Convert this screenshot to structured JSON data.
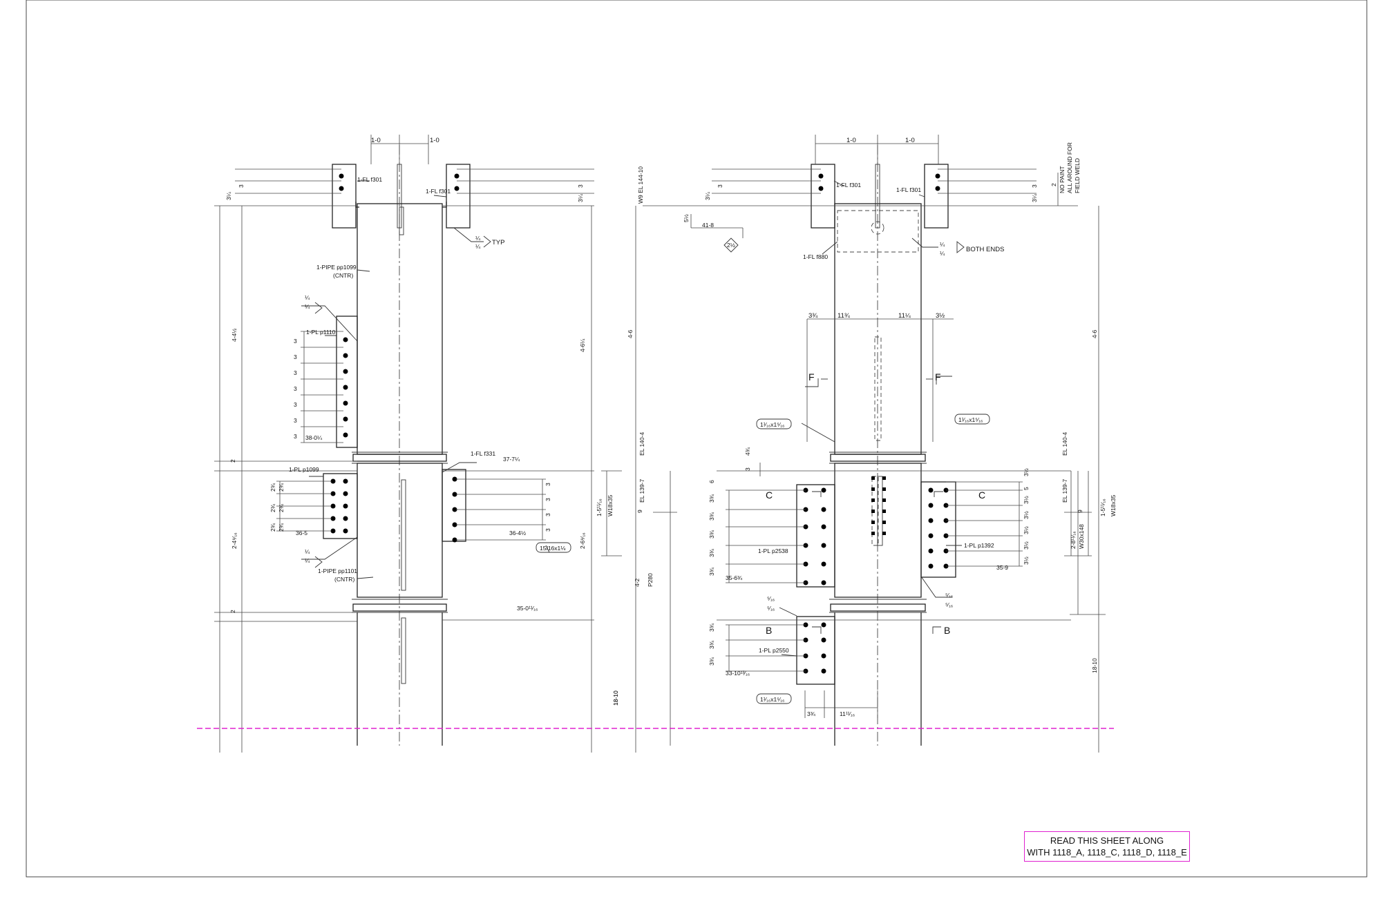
{
  "drawing": {
    "note": {
      "line1": "READ THIS SHEET ALONG",
      "line2": "WITH 1118_A, 1118_C, 1118_D, 1118_E"
    },
    "colors": {
      "cut_line": "#e020d0",
      "note_border": "#e020d0",
      "linework": "#222222"
    },
    "left_view": {
      "top_dims": [
        "1-0",
        "1-0"
      ],
      "flange_left": "1-FL f301",
      "flange_right": "1-FL f301",
      "top_offsets_left": [
        "3¼",
        "3"
      ],
      "top_offsets_right": [
        "3",
        "3¼"
      ],
      "weld_top": [
        "¼",
        "¼"
      ],
      "weld_top_note": "TYP",
      "pipe_upper": [
        "1-PIPE pp1099",
        "(CNTR)"
      ],
      "weld_left_upper": [
        "¼",
        "¼"
      ],
      "plate_upper": "1-PL p1110",
      "plate_upper_spacing": [
        "3",
        "3",
        "3",
        "3",
        "3",
        "3",
        "3"
      ],
      "plate_upper_elev": "38-0¼",
      "height_upper": "4-4½",
      "height_upper_right": "4-6¼",
      "splice_gap": "2",
      "flange_mid": "1-FL f331",
      "flange_mid_elev": "37-7¼",
      "plate_mid": "1-PL p1099",
      "plate_mid_spacing": [
        "2¾",
        "2¾",
        "2¾",
        "2¾",
        "2¾",
        "2¾"
      ],
      "plate_mid_elev": "36-5",
      "bolt_spacing_right": [
        "3",
        "3",
        "3",
        "3"
      ],
      "bolt_elev_right": "36-4½",
      "bolt_spec": "15/16x1⅛",
      "weld_left_lower": [
        "¼",
        "¼"
      ],
      "pipe_lower": [
        "1-PIPE pp1101",
        "(CNTR)"
      ],
      "height_mid": "2-4⁹⁄₁₆",
      "height_mid_right": "2-6⁹⁄₁₆",
      "beam_right_dim": "1-5¹¹⁄₁₆",
      "beam_right_label": "W18x35",
      "splice_gap_lower": "2",
      "lower_elev": "35-0¹¹⁄₁₆",
      "bottom_dim": "18-10"
    },
    "right_view": {
      "top_dims": [
        "1-0",
        "1-0"
      ],
      "flange_left": "1-FL f301",
      "flange_right": "1-FL f301",
      "top_offsets_left": [
        "3¼",
        "3"
      ],
      "top_offsets_right": [
        "3",
        "3¼"
      ],
      "paint_note": [
        "2",
        "NO PAINT",
        "ALL AROUND FOR",
        "FIELD WELD"
      ],
      "beam_top_label": "W9 EL 144-10",
      "offset_top": "5½",
      "elev_top": "41-8",
      "weld_circle": "2½",
      "flange_internal": "1-FL f880",
      "weld_both": [
        "¼",
        "¼"
      ],
      "weld_both_note": "BOTH ENDS",
      "height_left": "4-6",
      "height_right": "4-6",
      "top_dims_plate": [
        "3¾",
        "11¾",
        "11¼",
        "3½"
      ],
      "section_f": "F",
      "bolt_spec_left": "1¹⁄₁₆x1⁵⁄₁₆",
      "bolt_spec_right": "1¹⁄₁₆x1⁵⁄₁₆",
      "el_upper": "EL 140-4",
      "el_lower": "EL 139-7",
      "offset_mid": [
        "4¾",
        "3"
      ],
      "spacing_left": [
        "6",
        "3¾",
        "3¾",
        "3¾",
        "3¾",
        "3¾"
      ],
      "section_c": "C",
      "plate_left": "1-PL p2538",
      "plate_left_elev": "35-6¾",
      "spacing_right": [
        "3½",
        "5",
        "3½",
        "3½",
        "3½",
        "3½",
        "3½"
      ],
      "plate_right": "1-PL p1392",
      "plate_right_elev": "35-9",
      "gap_9": "9",
      "beam_right_dim": "1-5¹¹⁄₁₆",
      "beam_right_label": "W18x35",
      "height_right_mid": "2-8¹¹⁄₁₆",
      "beam_right_mid": "W30x148",
      "height_left_mid": "4-2",
      "pipe_label": "P280",
      "weld_lower": [
        "⁵⁄₁₆",
        "⁵⁄₁₆"
      ],
      "weld_lower_right": [
        "⁵⁄₁₆",
        "⁵⁄₁₆"
      ],
      "section_b": "B",
      "plate_lower": "1-PL p2550",
      "plate_lower_spacing": [
        "3¾",
        "3¾",
        "3¾"
      ],
      "plate_lower_elev": "33-10¹³⁄₁₆",
      "bolt_spec_lower": "1¹⁄₁₆x1⁵⁄₁₆",
      "bottom_dims": [
        "3¾",
        "11¹¹⁄₁₆"
      ],
      "bottom_dim_left": "18-10",
      "bottom_dim_right": "18-10"
    }
  }
}
